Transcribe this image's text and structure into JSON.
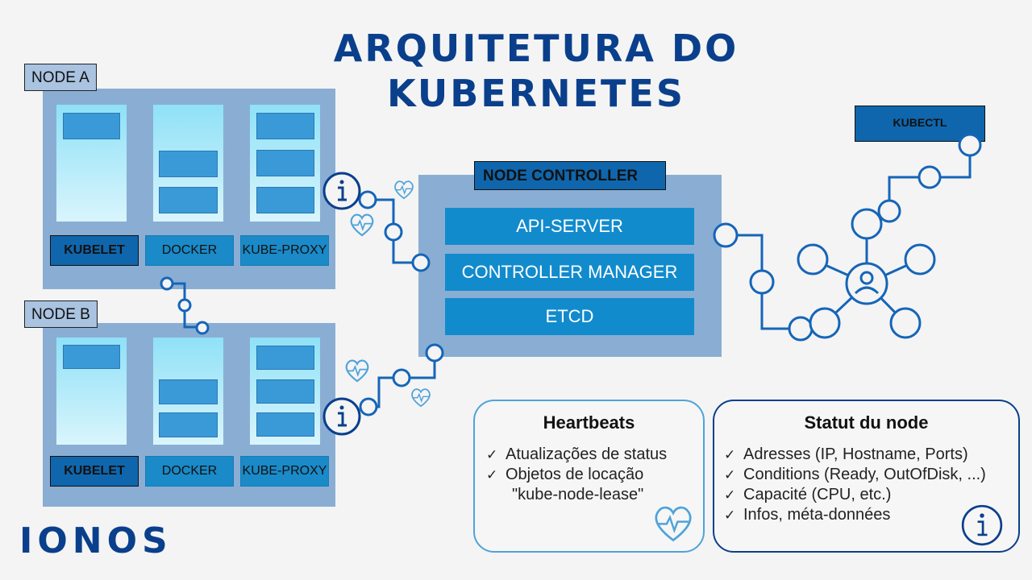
{
  "title": {
    "line1": "ARQUITETURA DO",
    "line2": "KUBERNETES"
  },
  "node_a": {
    "tab": "NODE A",
    "kubelet": "KUBELET",
    "docker": "DOCKER",
    "kube_proxy": "KUBE-PROXY"
  },
  "node_b": {
    "tab": "NODE B",
    "kubelet": "KUBELET",
    "docker": "DOCKER",
    "kube_proxy": "KUBE-PROXY"
  },
  "controller": {
    "tab": "NODE CONTROLLER",
    "rows": [
      "API-SERVER",
      "CONTROLLER MANAGER",
      "ETCD"
    ]
  },
  "kubectl": "KUBECTL",
  "heartbeats": {
    "title": "Heartbeats",
    "items": [
      "Atualizações de status",
      "Objetos de locação"
    ],
    "sub": "\"kube-node-lease\""
  },
  "statut": {
    "title": "Statut du node",
    "items": [
      "Adresses (IP, Hostname, Ports)",
      "Conditions (Ready, OutOfDisk, ...)",
      "Capacité (CPU, etc.)",
      "Infos, méta-données"
    ]
  },
  "logo": "IONOS",
  "colors": {
    "navy": "#0a3f8c",
    "blue": "#128bcd",
    "panel": "#8aaed3",
    "light": "#4fa3d9"
  },
  "icons": [
    "info-icon",
    "heart-pulse-icon",
    "user-icon"
  ]
}
